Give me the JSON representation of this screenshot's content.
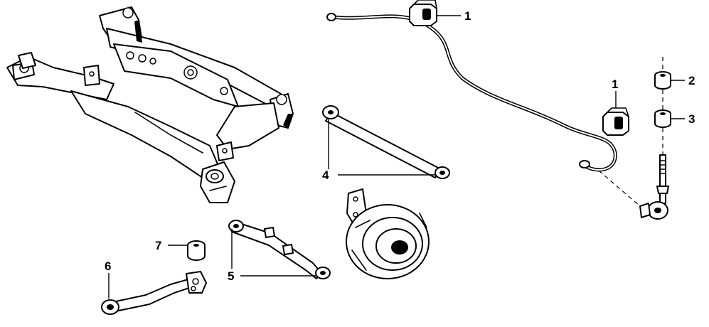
{
  "diagram": {
    "callouts": [
      {
        "id": "c1a",
        "label": "1"
      },
      {
        "id": "c1b",
        "label": "1"
      },
      {
        "id": "c2",
        "label": "2"
      },
      {
        "id": "c3",
        "label": "3"
      },
      {
        "id": "c4",
        "label": "4"
      },
      {
        "id": "c5",
        "label": "5"
      },
      {
        "id": "c6",
        "label": "6"
      },
      {
        "id": "c7",
        "label": "7"
      }
    ]
  }
}
